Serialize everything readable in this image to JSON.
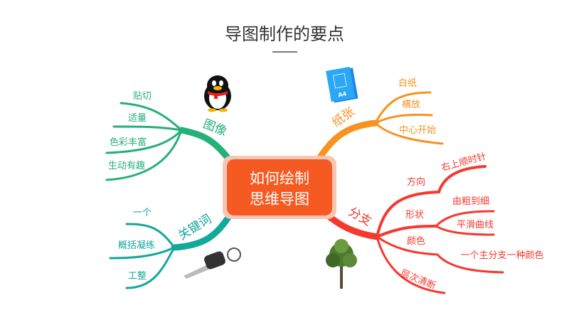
{
  "title": "导图制作的要点",
  "center": {
    "line1": "如何绘制",
    "line2": "思维导图"
  },
  "colors": {
    "center": "#f45a22",
    "center_border": "#f9c6b6",
    "image": "#25b07a",
    "keyword": "#12a89a",
    "paper": "#f7931e",
    "branch": "#f5392f"
  },
  "branches": {
    "image": {
      "label": "图像",
      "icon": "penguin-icon",
      "items": [
        "贴切",
        "适量",
        "色彩丰富",
        "生动有趣"
      ]
    },
    "keyword": {
      "label": "关键词",
      "icon": "car-key-icon",
      "items": [
        "一个",
        "概括凝练",
        "工整"
      ]
    },
    "paper": {
      "label": "纸张",
      "icon": "a4-paper-icon",
      "a4": "A4",
      "items": [
        "白纸",
        "横放",
        "中心开始"
      ]
    },
    "branch": {
      "label": "分支",
      "icon": "tree-icon",
      "items": [
        {
          "label": "方向",
          "children": [
            "右上顺时针"
          ]
        },
        {
          "label": "形状",
          "children": [
            "由粗到细",
            "平滑曲线"
          ]
        },
        {
          "label": "颜色",
          "children": [
            "一个主分支一种颜色"
          ]
        },
        {
          "label": "层次清断",
          "children": []
        }
      ]
    }
  }
}
